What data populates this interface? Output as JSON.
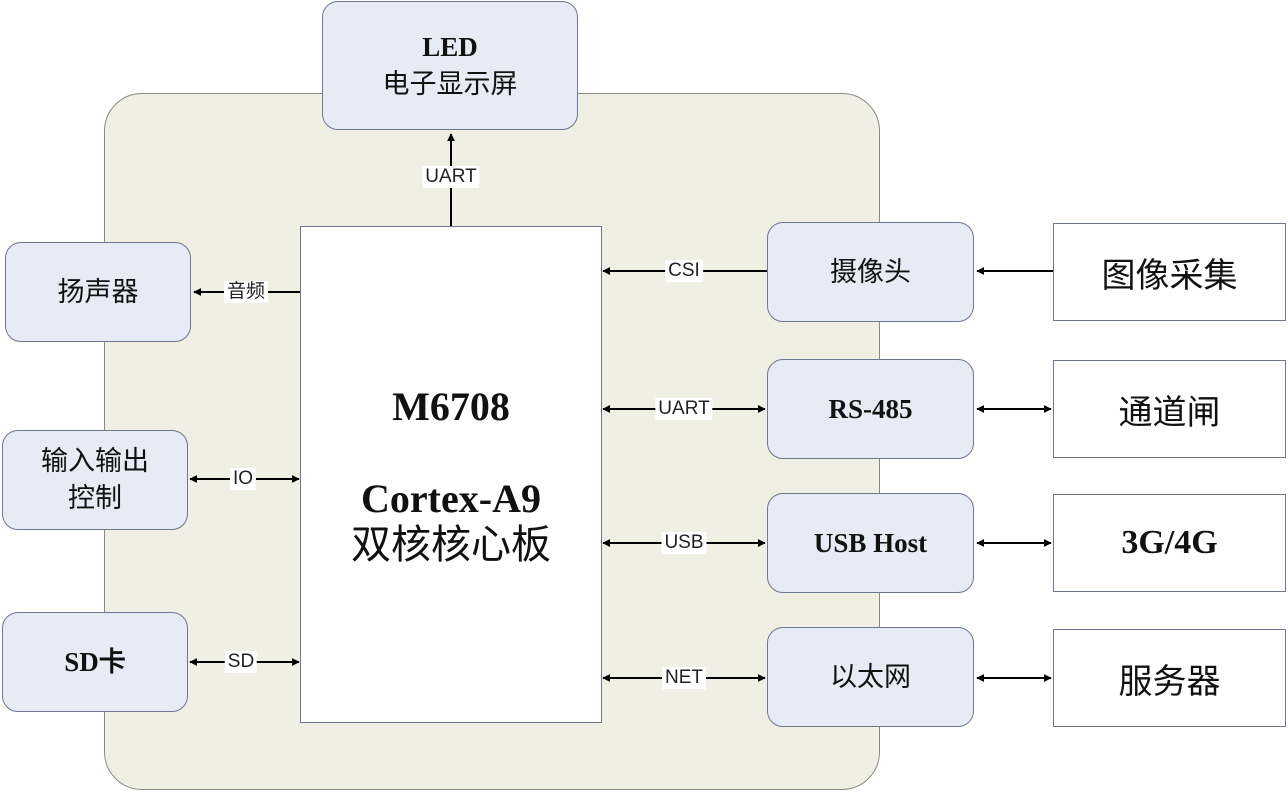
{
  "board": {
    "core": {
      "model": "M6708",
      "cpu": "Cortex-A9",
      "desc": "双核核心板"
    },
    "led": {
      "line1": "LED",
      "line2": "电子显示屏"
    },
    "speaker": "扬声器",
    "io": {
      "line1": "输入输出",
      "line2": "控制"
    },
    "sd": "SD卡",
    "camera": "摄像头",
    "rs485": "RS-485",
    "usb_host": "USB Host",
    "ethernet": "以太网"
  },
  "external": {
    "image_capture": "图像采集",
    "gate": "通道闸",
    "cellular": "3G/4G",
    "server": "服务器"
  },
  "links": {
    "uart_led": "UART",
    "audio": "音频",
    "io": "IO",
    "sd": "SD",
    "csi": "CSI",
    "uart_rs485": "UART",
    "usb": "USB",
    "net": "NET"
  }
}
